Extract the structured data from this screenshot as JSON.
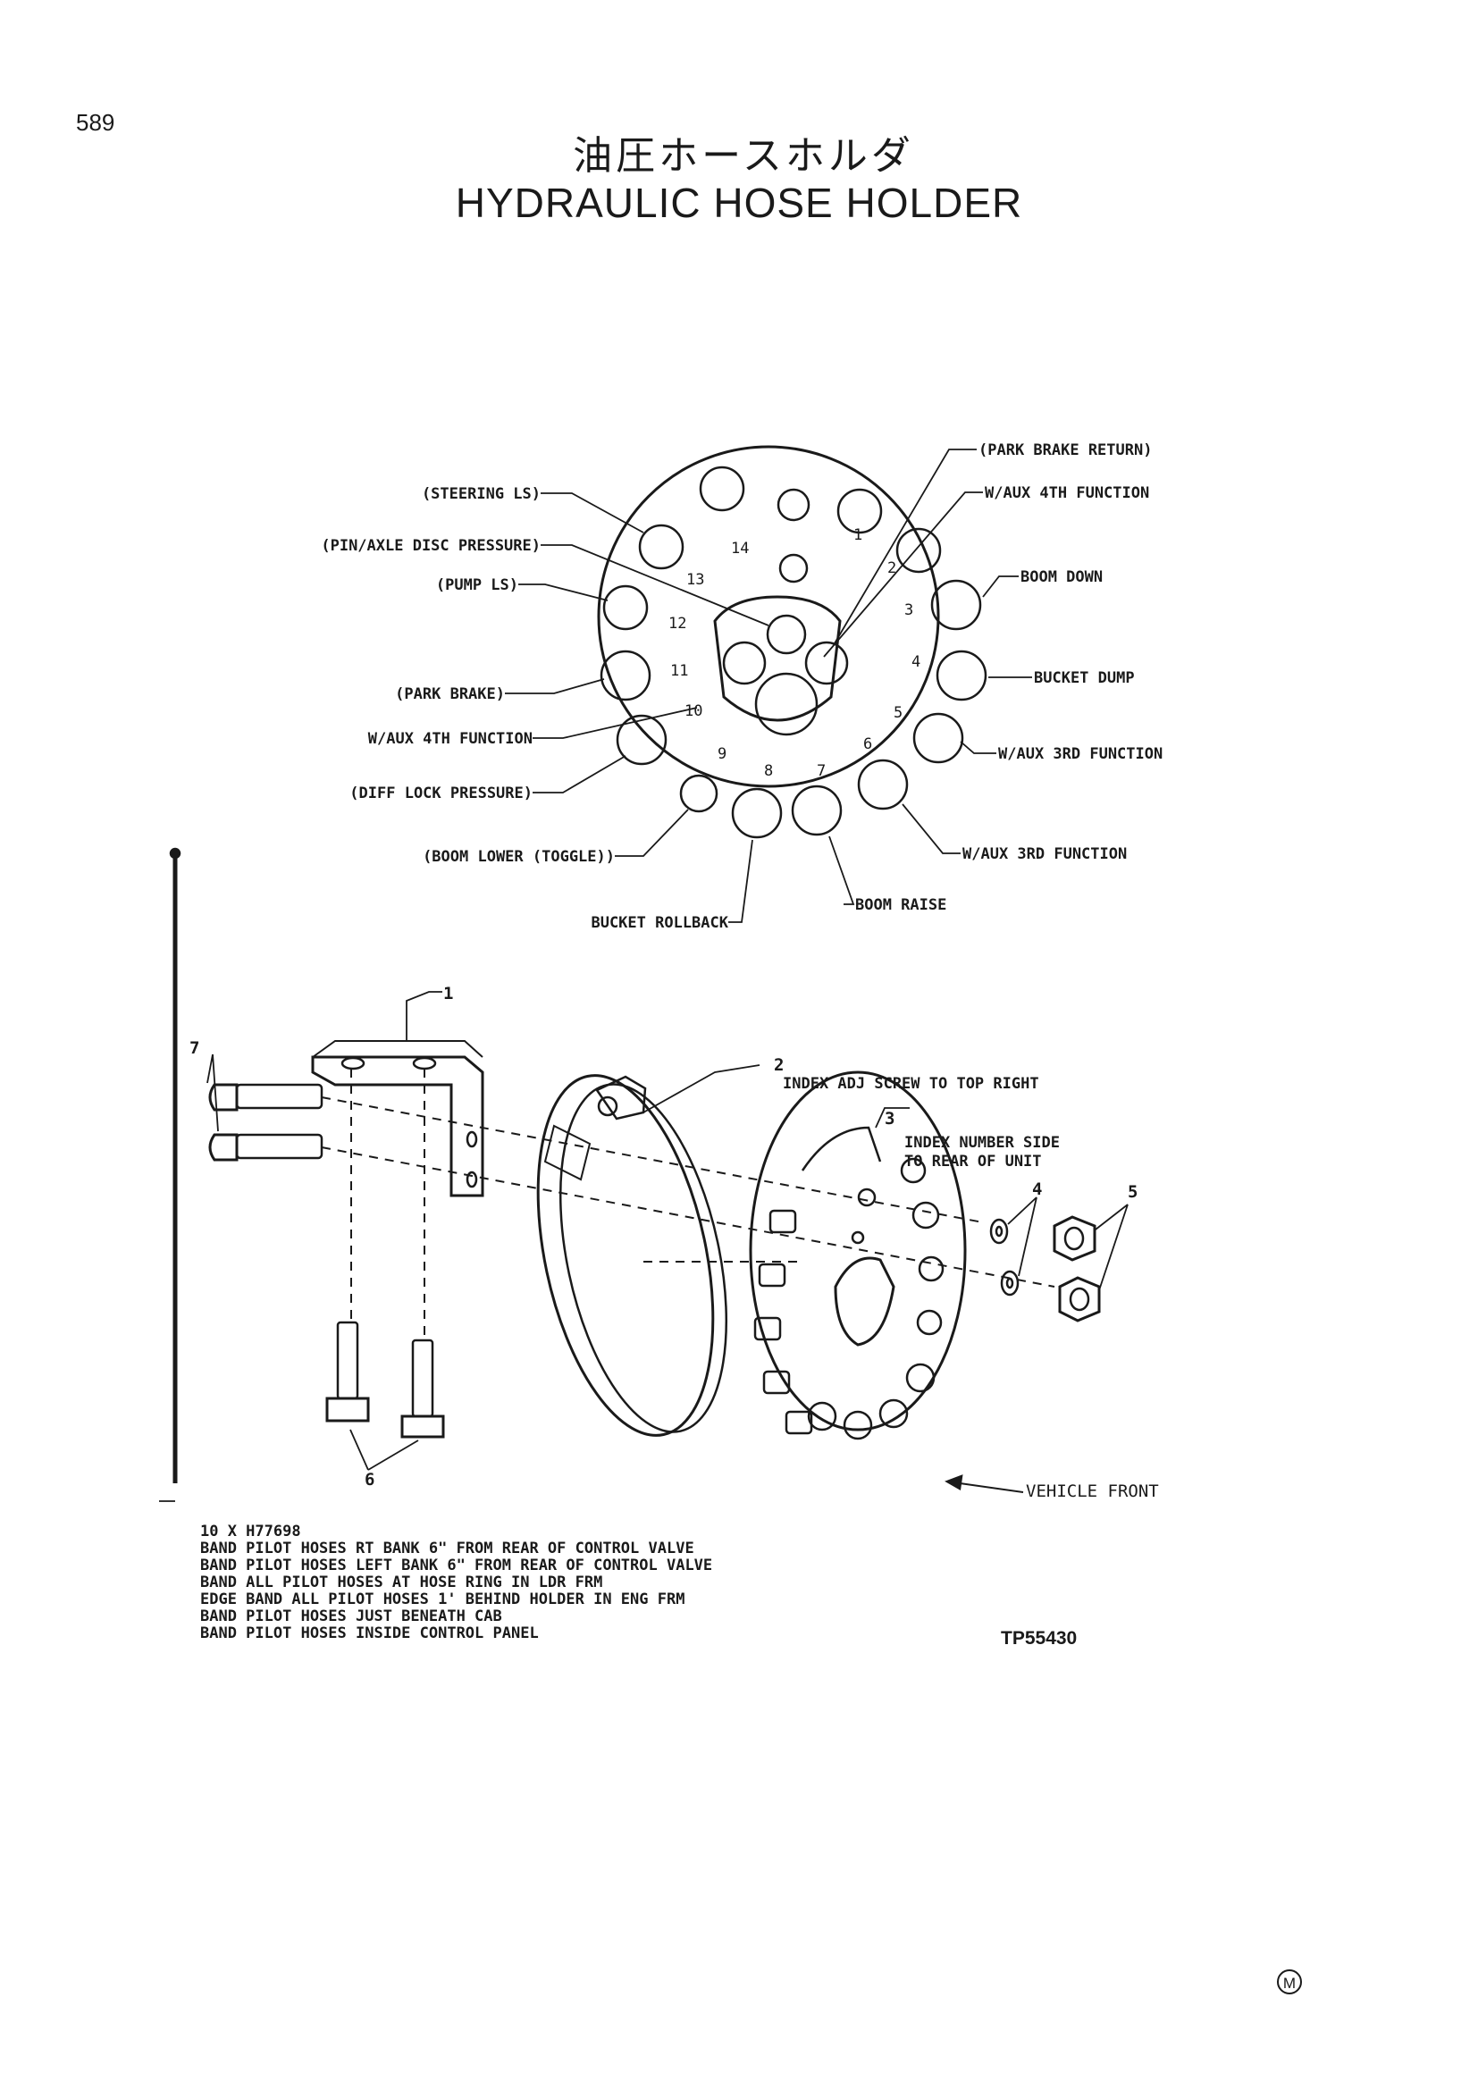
{
  "page_number": "589",
  "title_jp": "油圧ホースホルダ",
  "title_en": "HYDRAULIC HOSE HOLDER",
  "holder_labels_left": [
    "(STEERING LS)",
    "(PIN/AXLE DISC PRESSURE)",
    "(PUMP LS)",
    "(PARK BRAKE)",
    "W/AUX 4TH FUNCTION",
    "(DIFF LOCK PRESSURE)",
    "(BOOM LOWER (TOGGLE))"
  ],
  "holder_labels_right": [
    "(PARK BRAKE RETURN)",
    "W/AUX 4TH FUNCTION",
    "BOOM DOWN",
    "BUCKET DUMP",
    "W/AUX 3RD FUNCTION",
    "W/AUX 3RD FUNCTION"
  ],
  "holder_labels_bottom": [
    "BUCKET ROLLBACK",
    "BOOM RAISE"
  ],
  "slot_numbers": [
    "1",
    "2",
    "3",
    "4",
    "5",
    "6",
    "7",
    "8",
    "9",
    "10",
    "11",
    "12",
    "13",
    "14"
  ],
  "callouts": [
    "1",
    "2",
    "3",
    "4",
    "5",
    "6",
    "7"
  ],
  "notes_right": [
    "INDEX ADJ SCREW TO TOP RIGHT",
    "INDEX NUMBER SIDE",
    "TO REAR OF UNIT"
  ],
  "vehicle_front": "VEHICLE FRONT",
  "notes": [
    "10 X H77698",
    "BAND PILOT HOSES RT BANK 6\" FROM REAR OF CONTROL VALVE",
    "BAND PILOT HOSES LEFT BANK 6\" FROM REAR OF CONTROL VALVE",
    "BAND ALL PILOT HOSES AT HOSE RING IN LDR FRM",
    "EDGE BAND ALL PILOT HOSES 1' BEHIND HOLDER IN ENG FRM",
    "BAND PILOT HOSES JUST BENEATH CAB",
    "BAND PILOT HOSES INSIDE CONTROL PANEL"
  ],
  "drawing_number": "TP55430",
  "mark": "M"
}
